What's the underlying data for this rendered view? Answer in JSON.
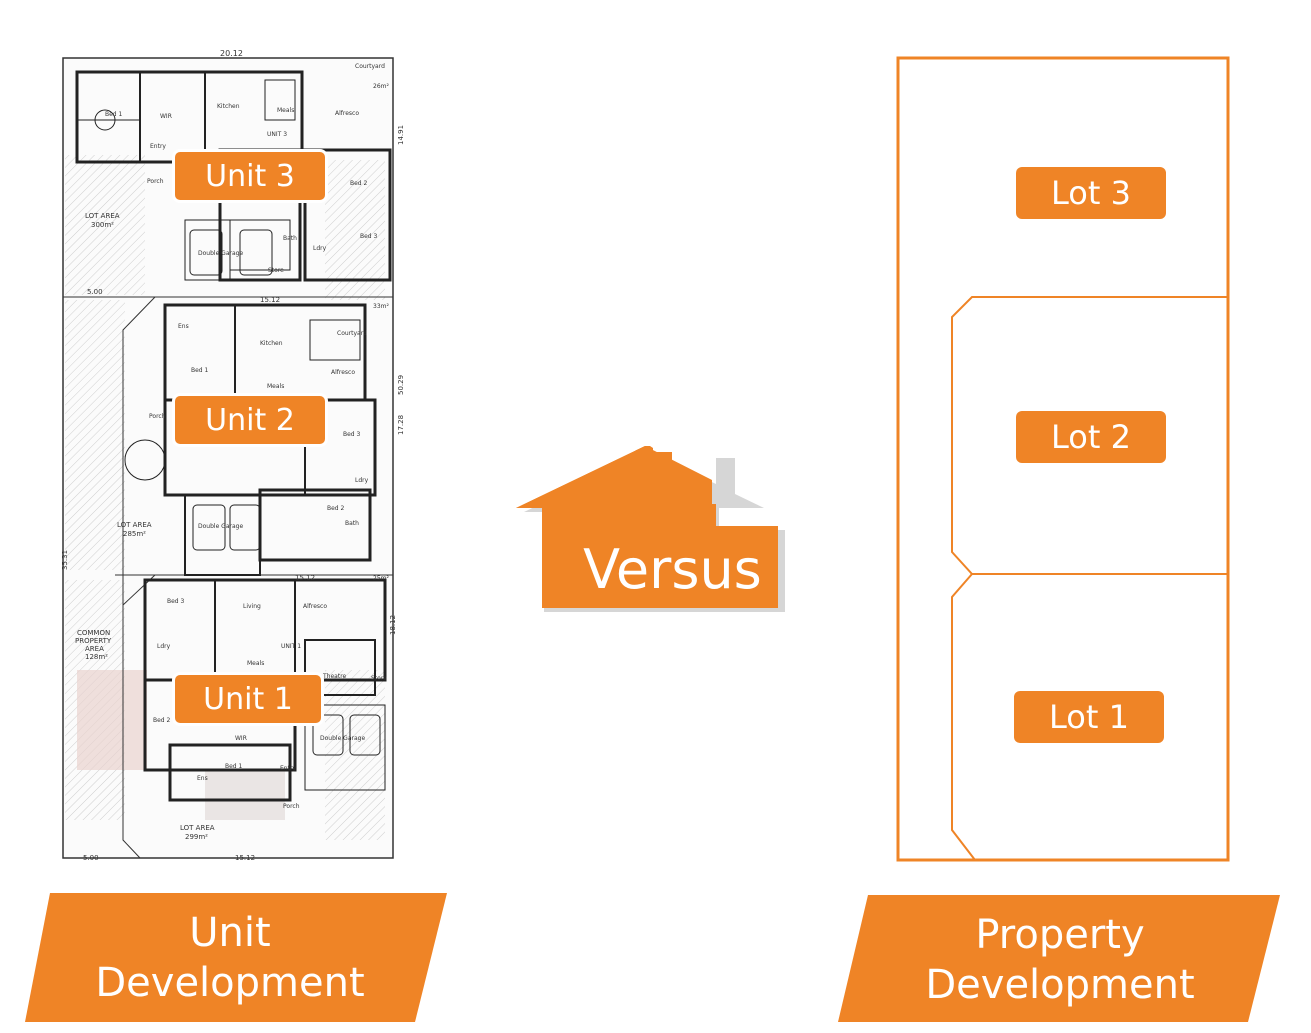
{
  "colors": {
    "accent": "#EF8426",
    "plan_line": "#333333",
    "lot_line": "#EF8426"
  },
  "left": {
    "units": [
      {
        "label": "Unit 3"
      },
      {
        "label": "Unit 2"
      },
      {
        "label": "Unit 1"
      }
    ],
    "plan_labels": {
      "top_width": "20.12",
      "mid_width_a": "15.12",
      "mid_width_b": "15.12",
      "bottom_width": "15.12",
      "left_a": "5.00",
      "left_b": "5.00",
      "depth_total": "50.29",
      "depth_u3": "14.91",
      "depth_u2": "17.28",
      "depth_u1": "18.12",
      "lot_area_3": "LOT AREA",
      "lot_area_3_val": "300m²",
      "lot_area_2": "LOT AREA",
      "lot_area_2_val": "285m²",
      "lot_area_1": "LOT AREA",
      "lot_area_1_val": "299m²",
      "common": "COMMON",
      "common_b": "PROPERTY",
      "common_c": "AREA",
      "common_val": "128m²",
      "courtyard": "Courtyard",
      "kitchen": "Kitchen",
      "meals": "Meals",
      "living": "Living",
      "alfresco": "Alfresco",
      "bed1": "Bed 1",
      "bed2": "Bed 2",
      "bed3": "Bed 3",
      "garage": "Double Garage",
      "theatre": "Theatre",
      "entry": "Entry",
      "porch": "Porch",
      "store": "Store",
      "bath": "Bath",
      "ldry": "Ldry",
      "wir": "WIR",
      "unit3_tag": "UNIT 3",
      "unit1_tag": "UNIT 1",
      "ens": "Ens",
      "side_a": "35.31",
      "area_a": "26m²",
      "area_b": "33m²",
      "area_c": "25m²"
    },
    "banner": {
      "line1": "Unit",
      "line2": "Development"
    }
  },
  "center": {
    "label": "Versus"
  },
  "right": {
    "lots": [
      {
        "label": "Lot 3"
      },
      {
        "label": "Lot 2"
      },
      {
        "label": "Lot 1"
      }
    ],
    "banner": {
      "line1": "Property",
      "line2": "Development"
    }
  }
}
